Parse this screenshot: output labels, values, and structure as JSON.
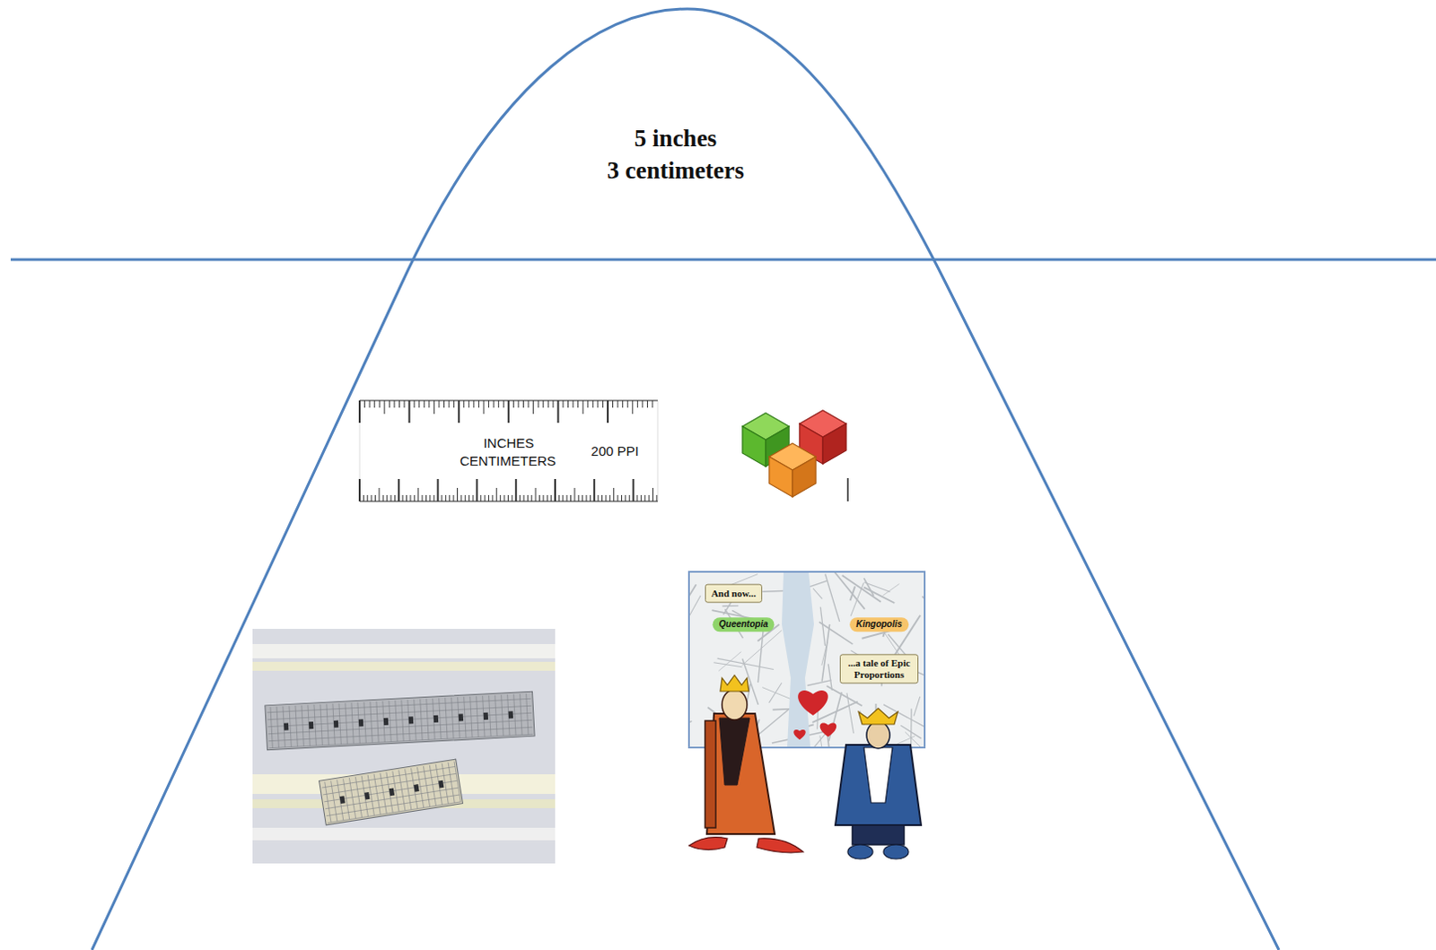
{
  "diagram": {
    "labels": [
      "5 inches",
      "3 centimeters",
      "INCHES",
      "CENTIMETERS",
      "200 PPI",
      "And now...",
      "Queentopia",
      "Kingopolis",
      "...a tale of Epic Proportions"
    ]
  }
}
